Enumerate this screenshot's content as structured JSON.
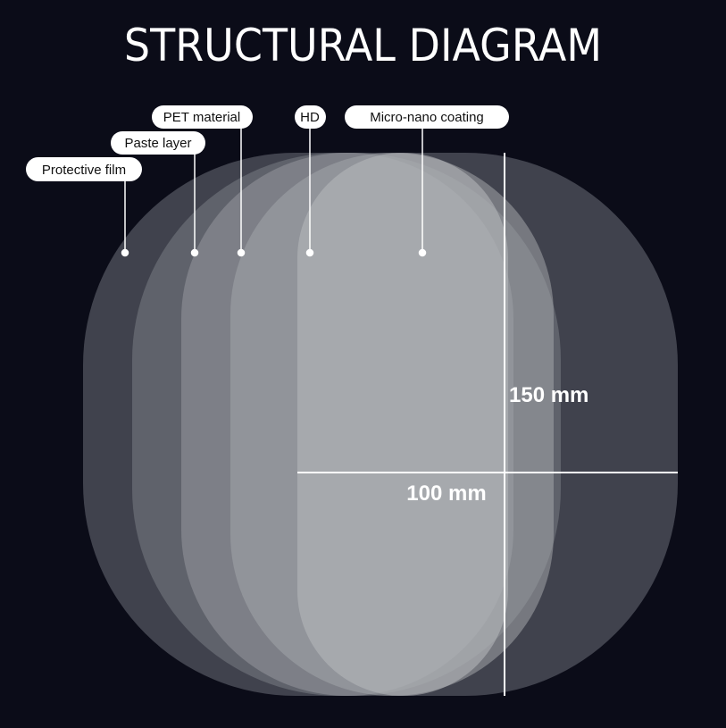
{
  "title": "STRUCTURAL DIAGRAM",
  "layers": [
    {
      "id": "protective",
      "label": "Protective film",
      "color": "#454853"
    },
    {
      "id": "paste",
      "label": "Paste layer",
      "color": "#5c5f69"
    },
    {
      "id": "pet",
      "label": "PET material",
      "color": "#7a7c84"
    },
    {
      "id": "hd",
      "label": "HD",
      "color": "#989a9f"
    },
    {
      "id": "coating",
      "label": "Micro-nano coating",
      "color": "#aeb0b3"
    }
  ],
  "dimensions": {
    "height_label": "150 mm",
    "width_label": "100 mm"
  },
  "colors": {
    "background": "#0b0c18",
    "line": "#ffffff",
    "pill": "#ffffff"
  }
}
